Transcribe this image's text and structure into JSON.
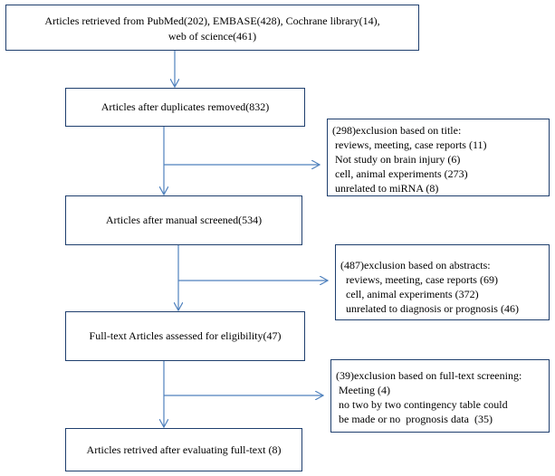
{
  "boxes": {
    "retrieved": {
      "lines": [
        "Articles retrieved from PubMed(202), EMBASE(428),  Cochrane library(14),",
        "web of science(461)"
      ]
    },
    "duplicates_removed": {
      "text": "Articles after duplicates removed(832)"
    },
    "manual_screened": {
      "text": "Articles after manual screened(534)"
    },
    "eligibility": {
      "text": "Full-text Articles assessed for eligibility(47)"
    },
    "final": {
      "text": "Articles retrived after evaluating full-text (8)"
    }
  },
  "exclusions": {
    "title": {
      "lines": [
        "(298)exclusion based on title:",
        " reviews, meeting, case reports (11)",
        " Not study on brain injury (6)",
        " cell, animal experiments (273)",
        " unrelated to miRNA (8)"
      ]
    },
    "abstracts": {
      "lines": [
        "(487)exclusion based on abstracts:",
        "  reviews, meeting, case reports (69)",
        "  cell, animal experiments (372)",
        "  unrelated to diagnosis or prognosis (46)"
      ]
    },
    "fulltext": {
      "lines": [
        "(39)exclusion based on full-text screening:",
        " Meeting (4)",
        " no two by two contingency table could",
        " be made or no  prognosis data  (35)"
      ]
    }
  },
  "colors": {
    "border": "#1f3f6e",
    "arrow": "#4f81bd"
  }
}
